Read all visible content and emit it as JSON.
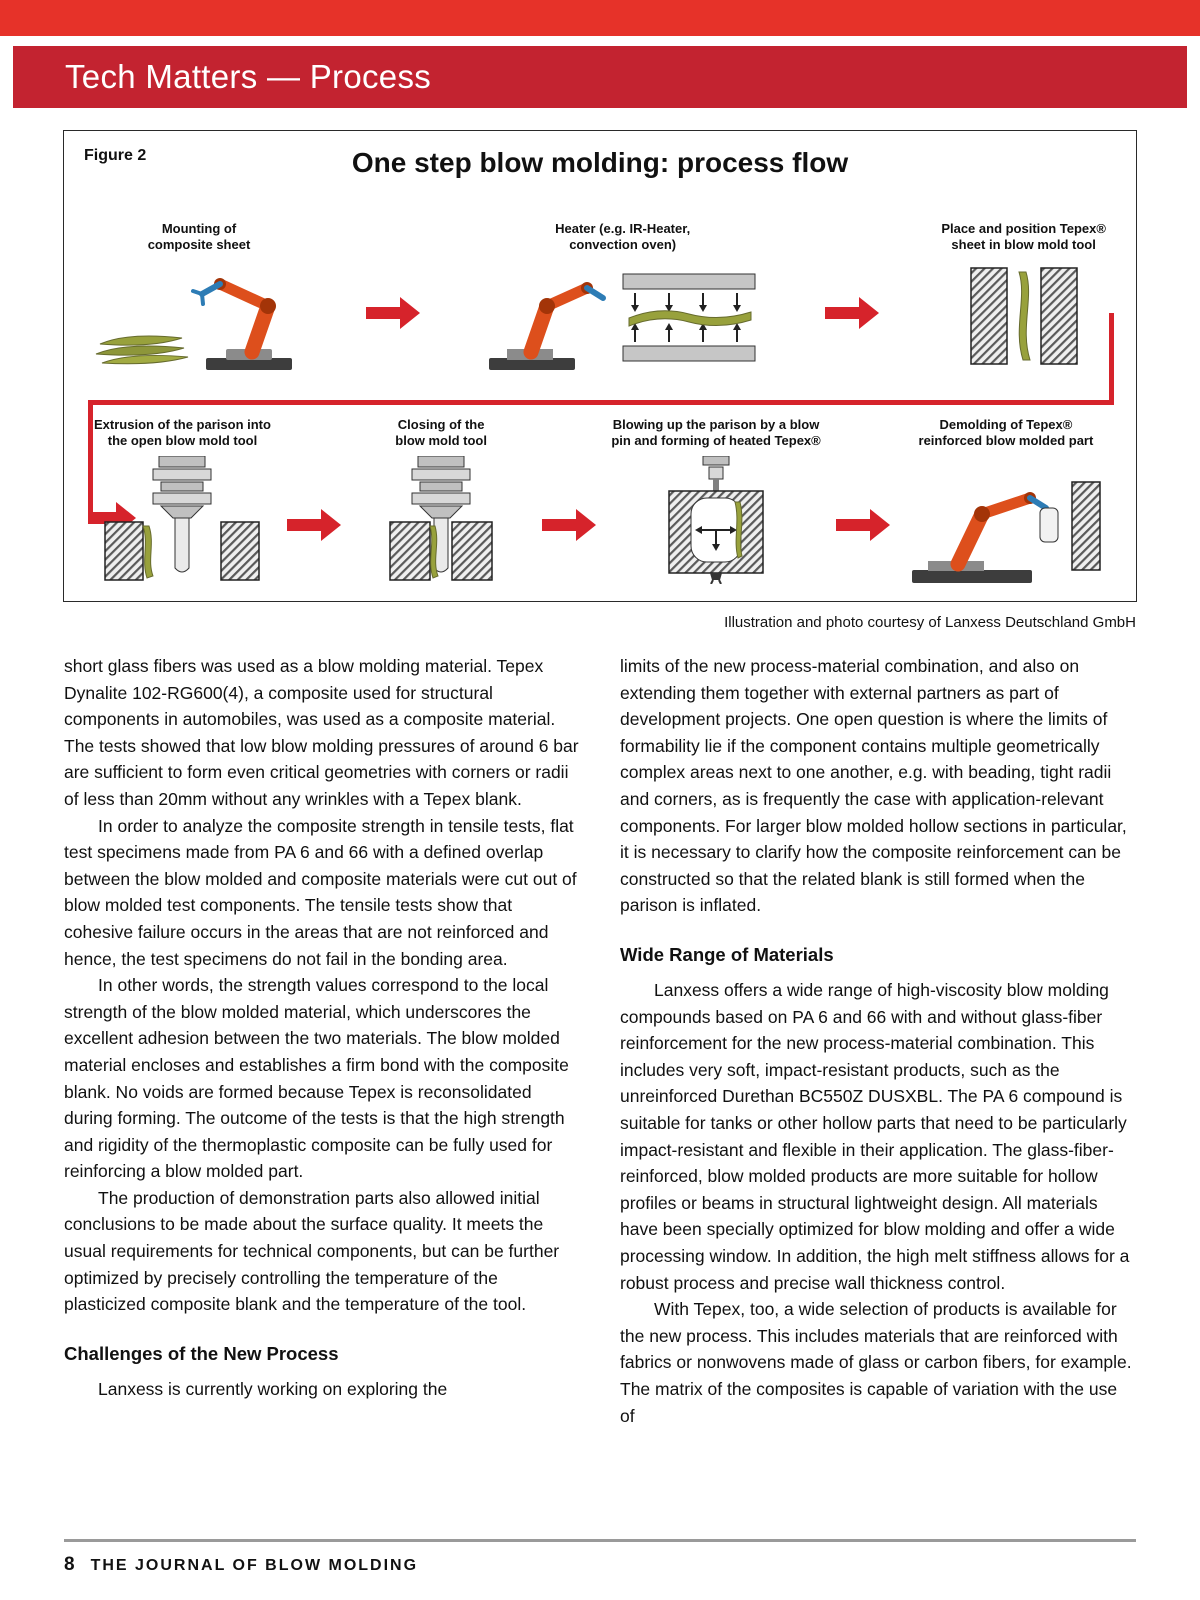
{
  "header": {
    "title": "Tech Matters — Process"
  },
  "figure": {
    "label": "Figure 2",
    "title": "One step blow molding: process flow",
    "caption": "Illustration and photo courtesy of Lanxess Deutschland GmbH",
    "row1": [
      {
        "label": "Mounting of\ncomposite sheet"
      },
      {
        "label": "Heater (e.g. IR-Heater,\nconvection oven)"
      },
      {
        "label": "Place and position Tepex®\nsheet in blow mold tool"
      }
    ],
    "row2": [
      {
        "label": "Extrusion of the parison into\nthe open blow mold tool"
      },
      {
        "label": "Closing of the\nblow mold tool"
      },
      {
        "label": "Blowing up the parison by a blow\npin and forming of heated Tepex®"
      },
      {
        "label": "Demolding of Tepex®\nreinforced blow molded part"
      }
    ]
  },
  "article": {
    "left": {
      "para1": "short glass fibers was used as a blow molding material. Tepex Dynalite 102-RG600(4), a composite used for structural components in automobiles, was used as a composite material. The tests showed that low blow molding pressures of around 6 bar are sufficient to form even critical geometries with corners or radii of less than 20mm without any wrinkles with a Tepex blank.",
      "para2": "In order to analyze the composite strength in tensile tests, flat test specimens made from PA 6 and 66 with a defined overlap between the blow molded and composite materials were cut out of blow molded test components. The tensile tests show that cohesive failure occurs in the areas that are not reinforced and hence, the test specimens do not fail in the bonding area.",
      "para3": "In other words, the strength values correspond to the local strength of the blow molded material, which underscores the excellent adhesion between the two materials. The blow molded material encloses and establishes a firm bond with the composite blank. No voids are formed because Tepex is reconsolidated during forming. The outcome of the tests is that the high strength and rigidity of the thermoplastic composite can be fully used for reinforcing a blow molded part.",
      "para4": "The production of demonstration parts also allowed initial conclusions to be made about the surface quality. It meets the usual requirements for technical components, but can be further optimized by precisely controlling the temperature of the plasticized composite blank and the temperature of the tool.",
      "heading": "Challenges of the New Process",
      "para5": "Lanxess is currently working on exploring the"
    },
    "right": {
      "para1": "limits of the new process-material combination, and also on extending them together with external partners as part of development projects. One open question is where the limits of formability lie if the component contains multiple geometrically complex areas next to one another, e.g. with beading, tight radii and corners, as is frequently the case with application-relevant components. For larger blow molded hollow sections in particular, it is necessary to clarify how the composite reinforcement can be constructed so that the related blank is still formed when the parison is inflated.",
      "heading": "Wide Range of Materials",
      "para2": "Lanxess offers a wide range of high-viscosity blow molding compounds based on PA 6 and 66 with and without glass-fiber reinforcement for the new process-material combination. This includes very soft, impact-resistant products, such as the unreinforced Durethan BC550Z DUSXBL. The PA 6 compound is suitable for tanks or other hollow parts that need to be particularly impact-resistant and flexible in their application. The glass-fiber-reinforced, blow molded products are more suitable for hollow profiles or beams in structural lightweight design. All materials have been specially optimized for blow molding and offer a wide processing window. In addition, the high melt stiffness allows for a robust process and precise wall thickness control.",
      "para3": "With Tepex, too, a wide selection of products is available for the new process. This includes materials that are reinforced with fabrics or nonwovens made of glass or carbon fibers, for example. The matrix of the composites is capable of variation with the use of"
    }
  },
  "footer": {
    "page_number": "8",
    "journal_title": "THE JOURNAL OF BLOW MOLDING"
  },
  "colors": {
    "accent_red": "#d6232b",
    "sheet_green": "#98a13c",
    "robot_orange": "#dd4f1c"
  }
}
